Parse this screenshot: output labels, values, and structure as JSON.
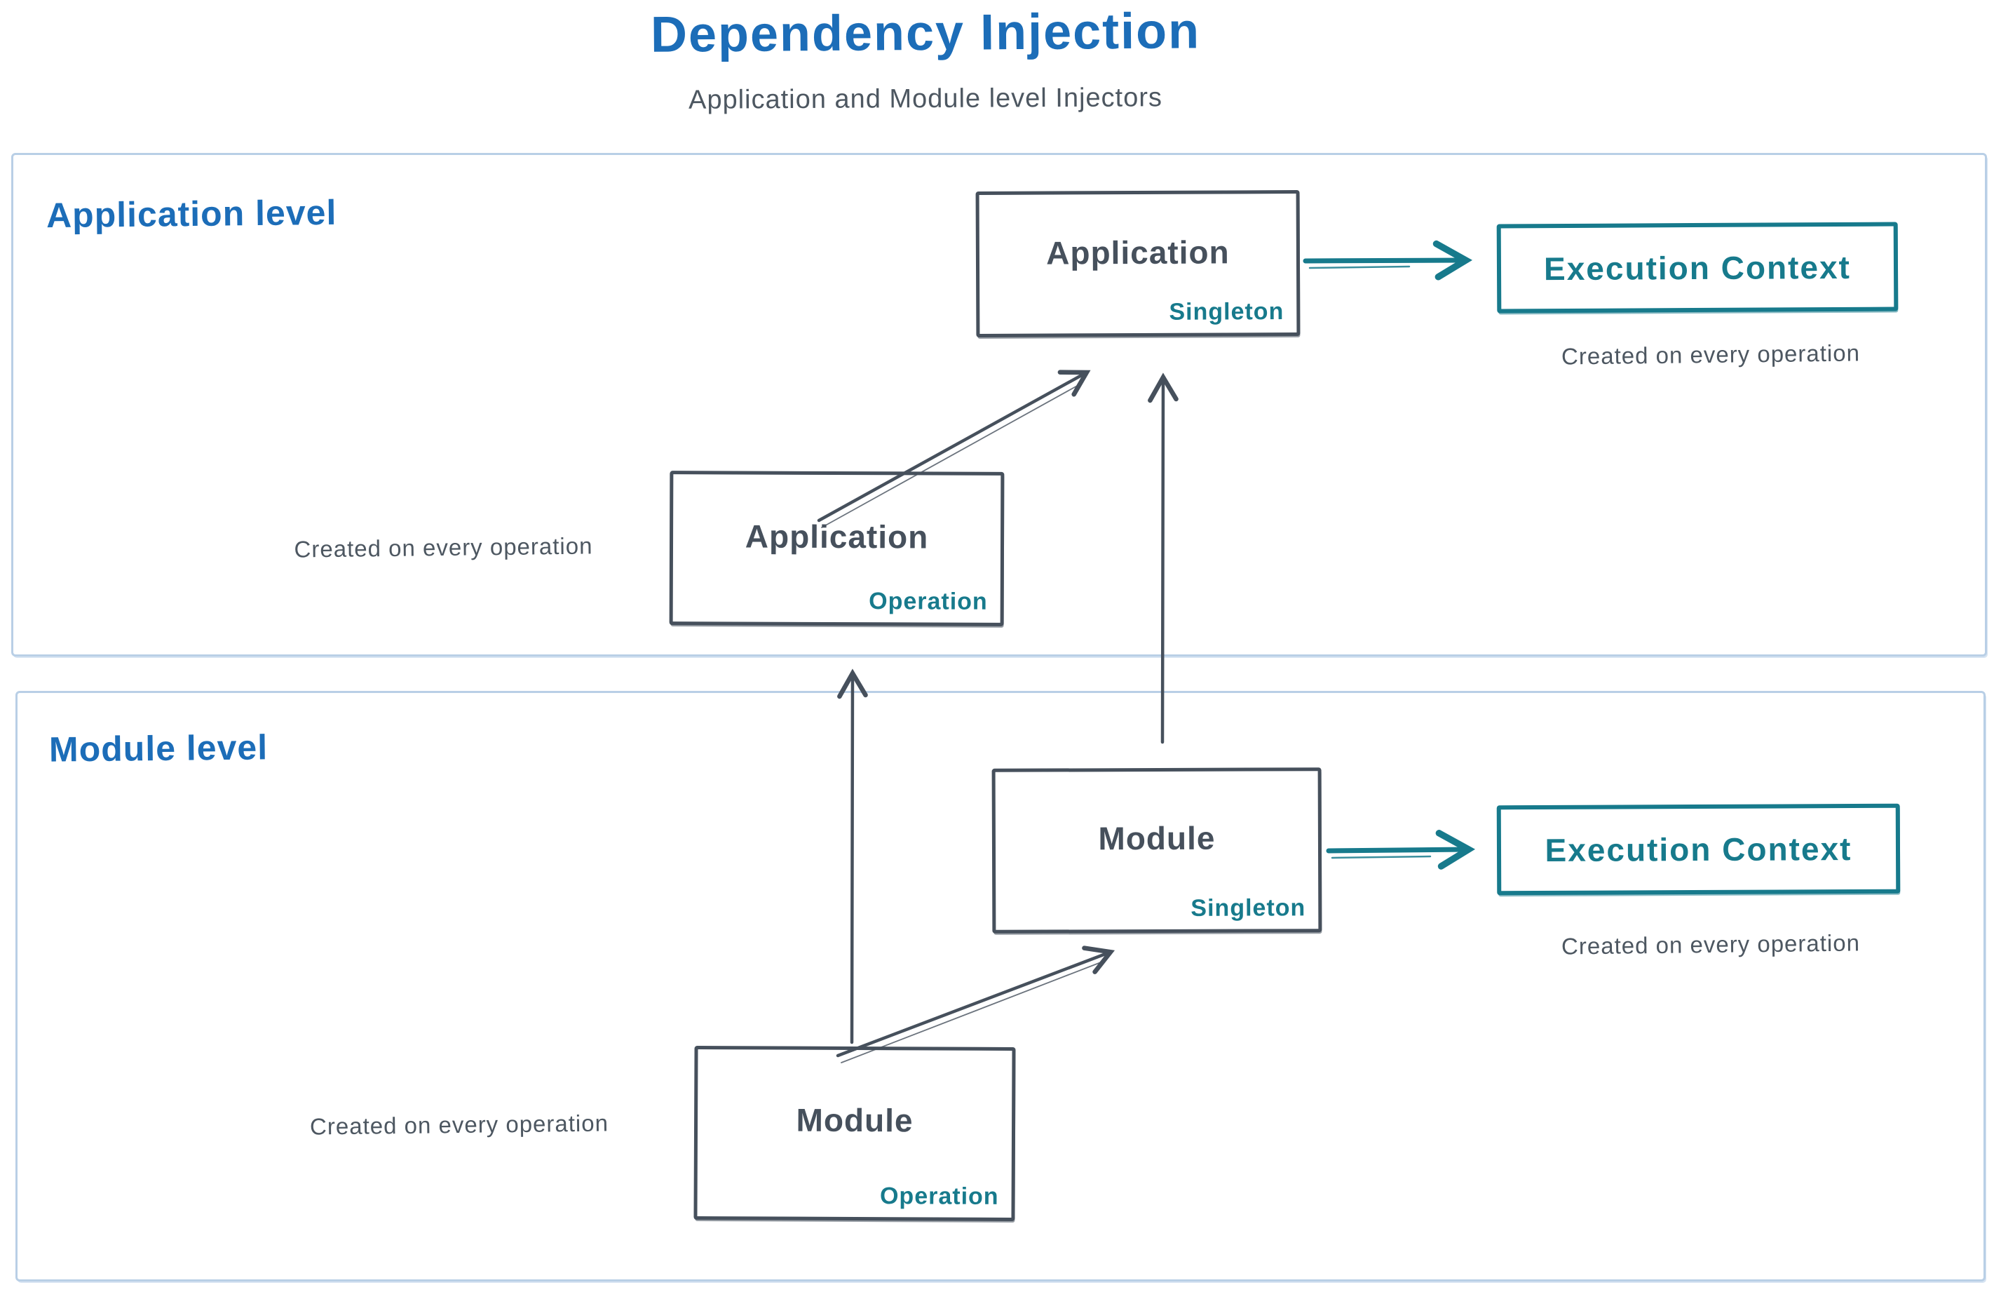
{
  "title": "Dependency Injection",
  "subtitle": "Application and Module level Injectors",
  "colors": {
    "blue": "#1c6db8",
    "teal": "#177a8c",
    "dark_stroke": "#46505c",
    "caption_gray": "#4d5761",
    "container_border": "#b9cfe6"
  },
  "application_level": {
    "label": "Application level",
    "singleton_box": {
      "title": "Application",
      "badge": "Singleton"
    },
    "operation_box": {
      "title": "Application",
      "badge": "Operation"
    },
    "operation_caption": "Created on every operation",
    "execution_context": {
      "label": "Execution Context",
      "caption": "Created on every operation"
    }
  },
  "module_level": {
    "label": "Module level",
    "singleton_box": {
      "title": "Module",
      "badge": "Singleton"
    },
    "operation_box": {
      "title": "Module",
      "badge": "Operation"
    },
    "operation_caption": "Created on every operation",
    "execution_context": {
      "label": "Execution Context",
      "caption": "Created on every operation"
    }
  }
}
